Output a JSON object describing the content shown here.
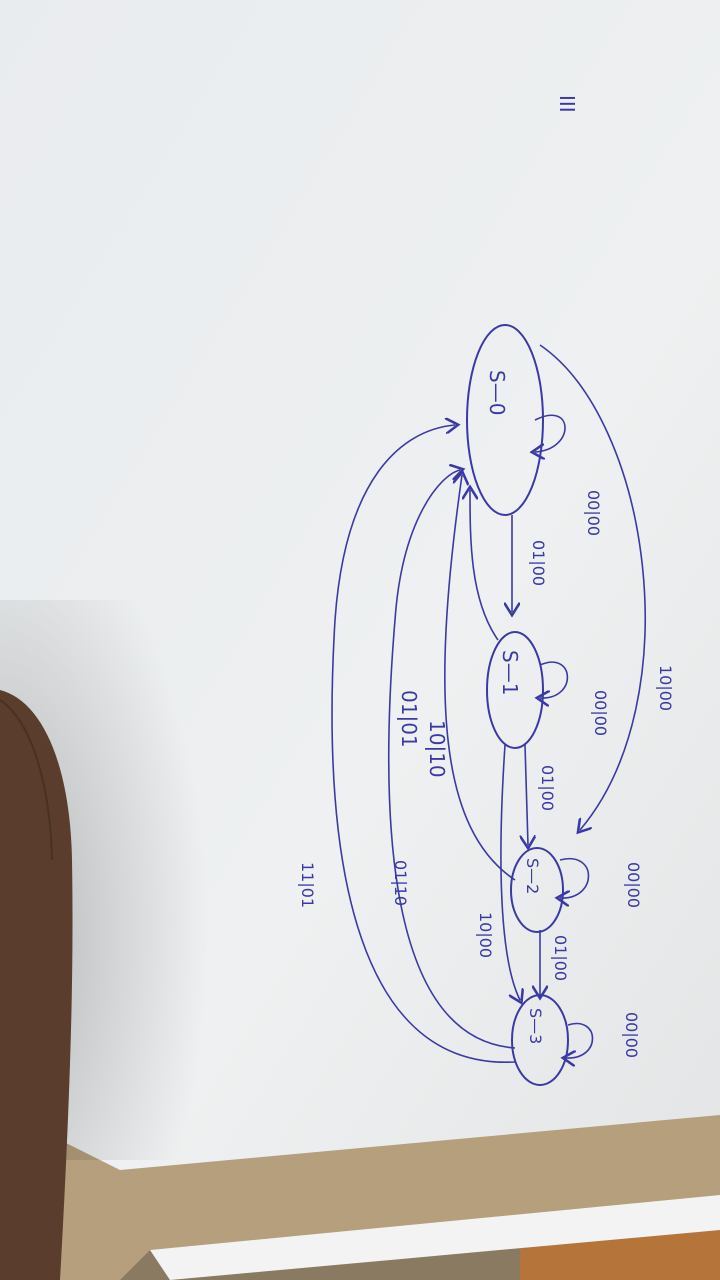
{
  "page_mark": "III",
  "diagram": {
    "states": [
      {
        "id": "s0",
        "label": "S—0"
      },
      {
        "id": "s1",
        "label": "S—1"
      },
      {
        "id": "s2",
        "label": "S—2"
      },
      {
        "id": "s3",
        "label": "S—3"
      }
    ],
    "transitions": [
      {
        "from": "s0",
        "to": "s0",
        "label": "00|00"
      },
      {
        "from": "s0",
        "to": "s1",
        "label": "01|00"
      },
      {
        "from": "s0",
        "to": "s2",
        "label": "10|00"
      },
      {
        "from": "s1",
        "to": "s1",
        "label": "00|00"
      },
      {
        "from": "s1",
        "to": "s2",
        "label": "01|00"
      },
      {
        "from": "s1",
        "to": "s3",
        "label": "10|00"
      },
      {
        "from": "s1",
        "to": "s0",
        "label": "01|01"
      },
      {
        "from": "s2",
        "to": "s2",
        "label": "00|00"
      },
      {
        "from": "s2",
        "to": "s3",
        "label": "01|00"
      },
      {
        "from": "s2",
        "to": "s0",
        "label": "10|10"
      },
      {
        "from": "s3",
        "to": "s3",
        "label": "00|00"
      },
      {
        "from": "s3",
        "to": "s0",
        "label": "01|10"
      },
      {
        "from": "s3",
        "to": "s0",
        "label": "11|01"
      }
    ]
  },
  "colors": {
    "ink": "#3a3aa6",
    "paper": "#eceff1",
    "cardboard": "#b59f7d",
    "skin": "#5a3d2c",
    "wood": "#b5743a"
  }
}
